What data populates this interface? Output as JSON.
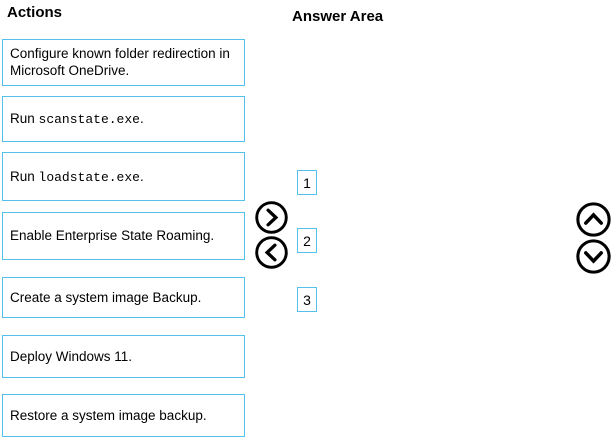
{
  "actions_header": "Actions",
  "answer_header": "Answer Area",
  "actions": {
    "items": [
      {
        "prefix": "Configure known folder redirection in Microsoft OneDrive.",
        "code": "",
        "suffix": ""
      },
      {
        "prefix": "Run ",
        "code": "scanstate.exe",
        "suffix": "."
      },
      {
        "prefix": "Run ",
        "code": "loadstate.exe",
        "suffix": "."
      },
      {
        "prefix": "Enable Enterprise State Roaming.",
        "code": "",
        "suffix": ""
      },
      {
        "prefix": "Create a system image Backup.",
        "code": "",
        "suffix": ""
      },
      {
        "prefix": "Deploy Windows 11.",
        "code": "",
        "suffix": ""
      },
      {
        "prefix": "Restore a system image backup.",
        "code": "",
        "suffix": ""
      }
    ]
  },
  "answer_area": {
    "slots": [
      "1",
      "2",
      "3"
    ]
  },
  "icons": {
    "move_right": "chevron-right-circle",
    "move_left": "chevron-left-circle",
    "move_up": "chevron-up-circle",
    "move_down": "chevron-down-circle"
  },
  "colors": {
    "box_border": "#55c0ec",
    "arrow": "#000000",
    "text": "#000000",
    "bg": "#ffffff"
  }
}
